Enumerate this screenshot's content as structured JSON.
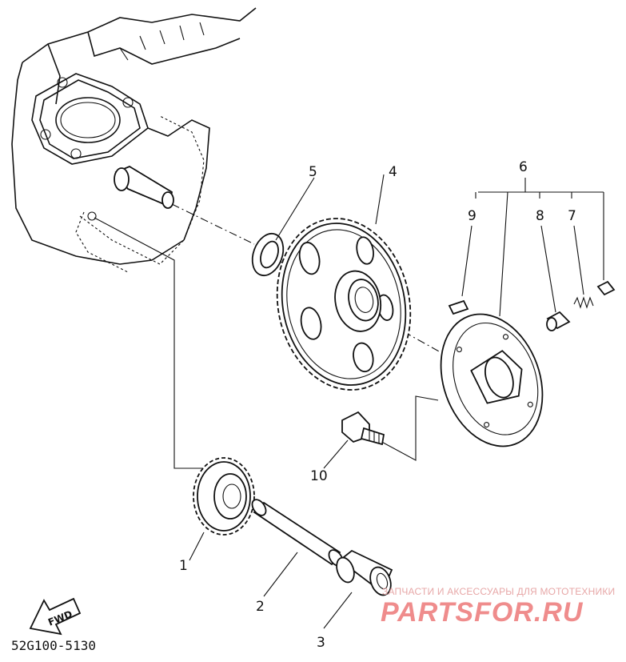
{
  "diagram": {
    "callouts": {
      "c1": "1",
      "c2": "2",
      "c3": "3",
      "c4": "4",
      "c5": "5",
      "c6": "6",
      "c7": "7",
      "c8": "8",
      "c9": "9",
      "c10": "10"
    },
    "diagram_code": "52G100-5130",
    "fwd_label": "FWD"
  },
  "watermark": {
    "tagline": "ЗАПЧАСТИ И АКСЕССУАРЫ ДЛЯ МОТОТЕХНИКИ",
    "brand": "PARTSFOR.RU"
  }
}
